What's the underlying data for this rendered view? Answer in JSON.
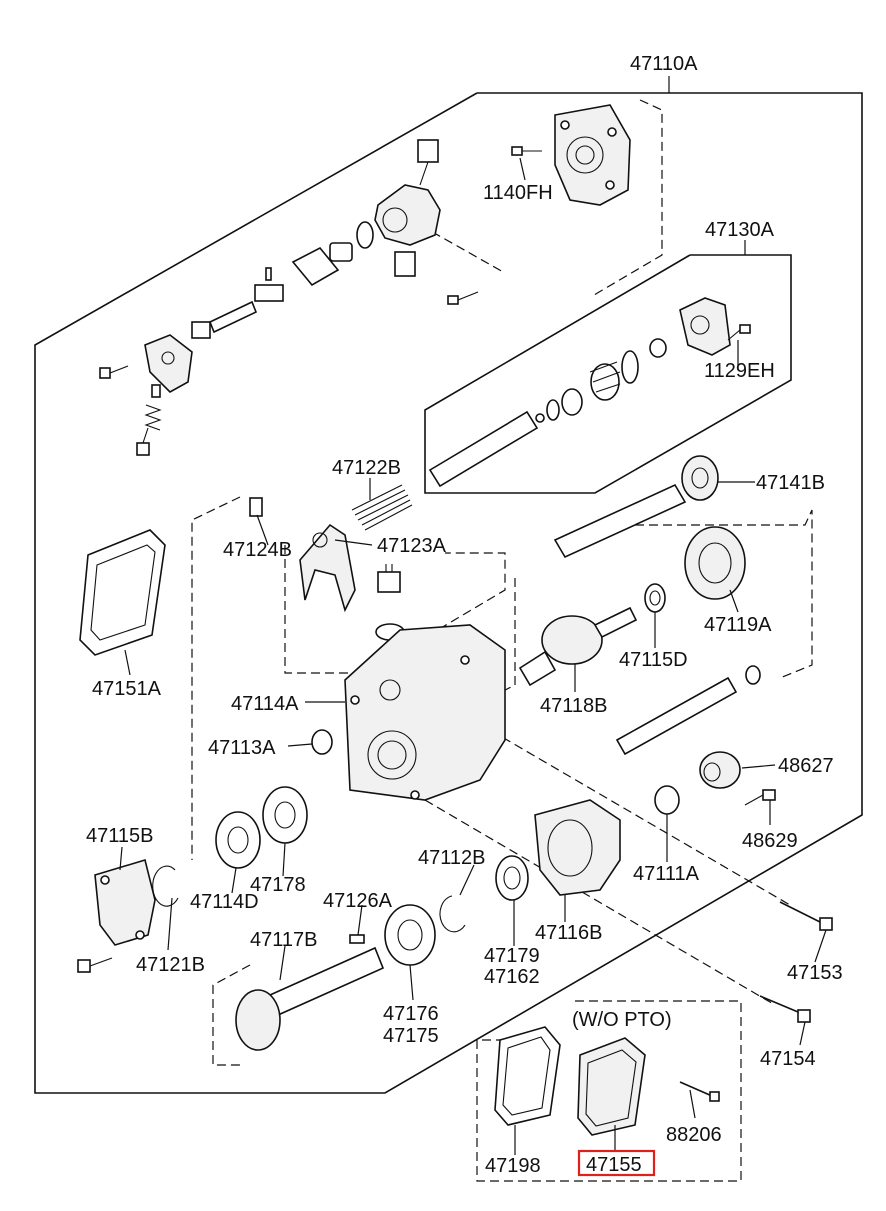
{
  "diagram": {
    "accent_color": "#e0201b",
    "highlighted_part": "47155",
    "labels": {
      "p47110A": "47110A",
      "p1140FH": "1140FH",
      "p47130A": "47130A",
      "p1129EH": "1129EH",
      "p47122B": "47122B",
      "p47141B": "47141B",
      "p47124B": "47124B",
      "p47123A": "47123A",
      "p47151A": "47151A",
      "p47119A": "47119A",
      "p47115D": "47115D",
      "p47114A": "47114A",
      "p47118B": "47118B",
      "p47113A": "47113A",
      "p48627": "48627",
      "p48629": "48629",
      "p47115B": "47115B",
      "p47112B": "47112B",
      "p47111A": "47111A",
      "p47114D": "47114D",
      "p47178": "47178",
      "p47126A": "47126A",
      "p47116B": "47116B",
      "p47117B": "47117B",
      "p47121B": "47121B",
      "p47179": "47179",
      "p47162": "47162",
      "p47153": "47153",
      "p47176": "47176",
      "p47175": "47175",
      "p47154": "47154",
      "wo_pto": "(W/O PTO)",
      "p88206": "88206",
      "p47198": "47198",
      "p47155": "47155"
    }
  }
}
